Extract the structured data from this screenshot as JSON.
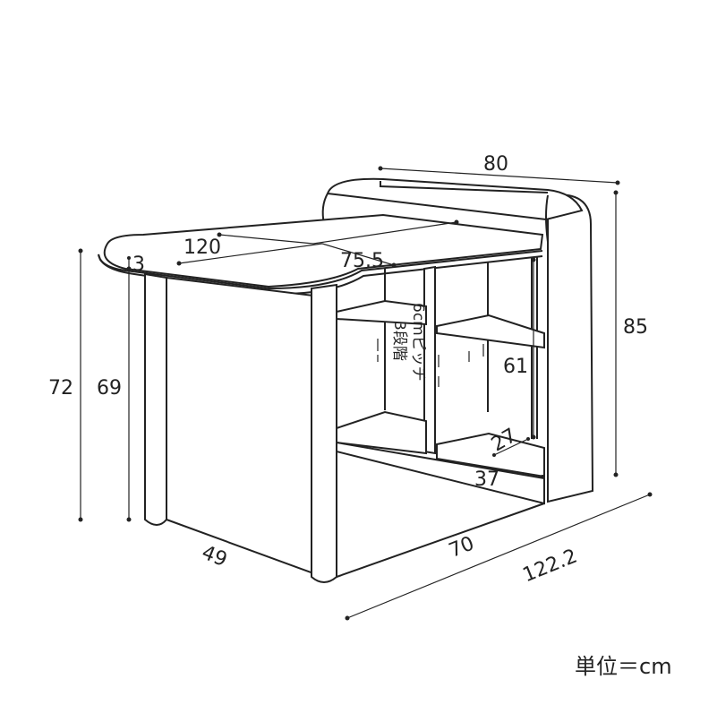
{
  "dimensions": {
    "depth_total": "80",
    "width_extended": "120",
    "width_top": "75.5",
    "thickness": "3",
    "height_table": "72",
    "height_leg": "69",
    "height_total": "85",
    "shelf_height": "61",
    "inner_depth": "27",
    "inner_width": "37",
    "side_depth": "49",
    "front_width": "70",
    "total_span": "122.2"
  },
  "shelf_note": {
    "pitch": "6cmピッチ",
    "steps": "3段階"
  },
  "unit_label": "単位＝cm"
}
